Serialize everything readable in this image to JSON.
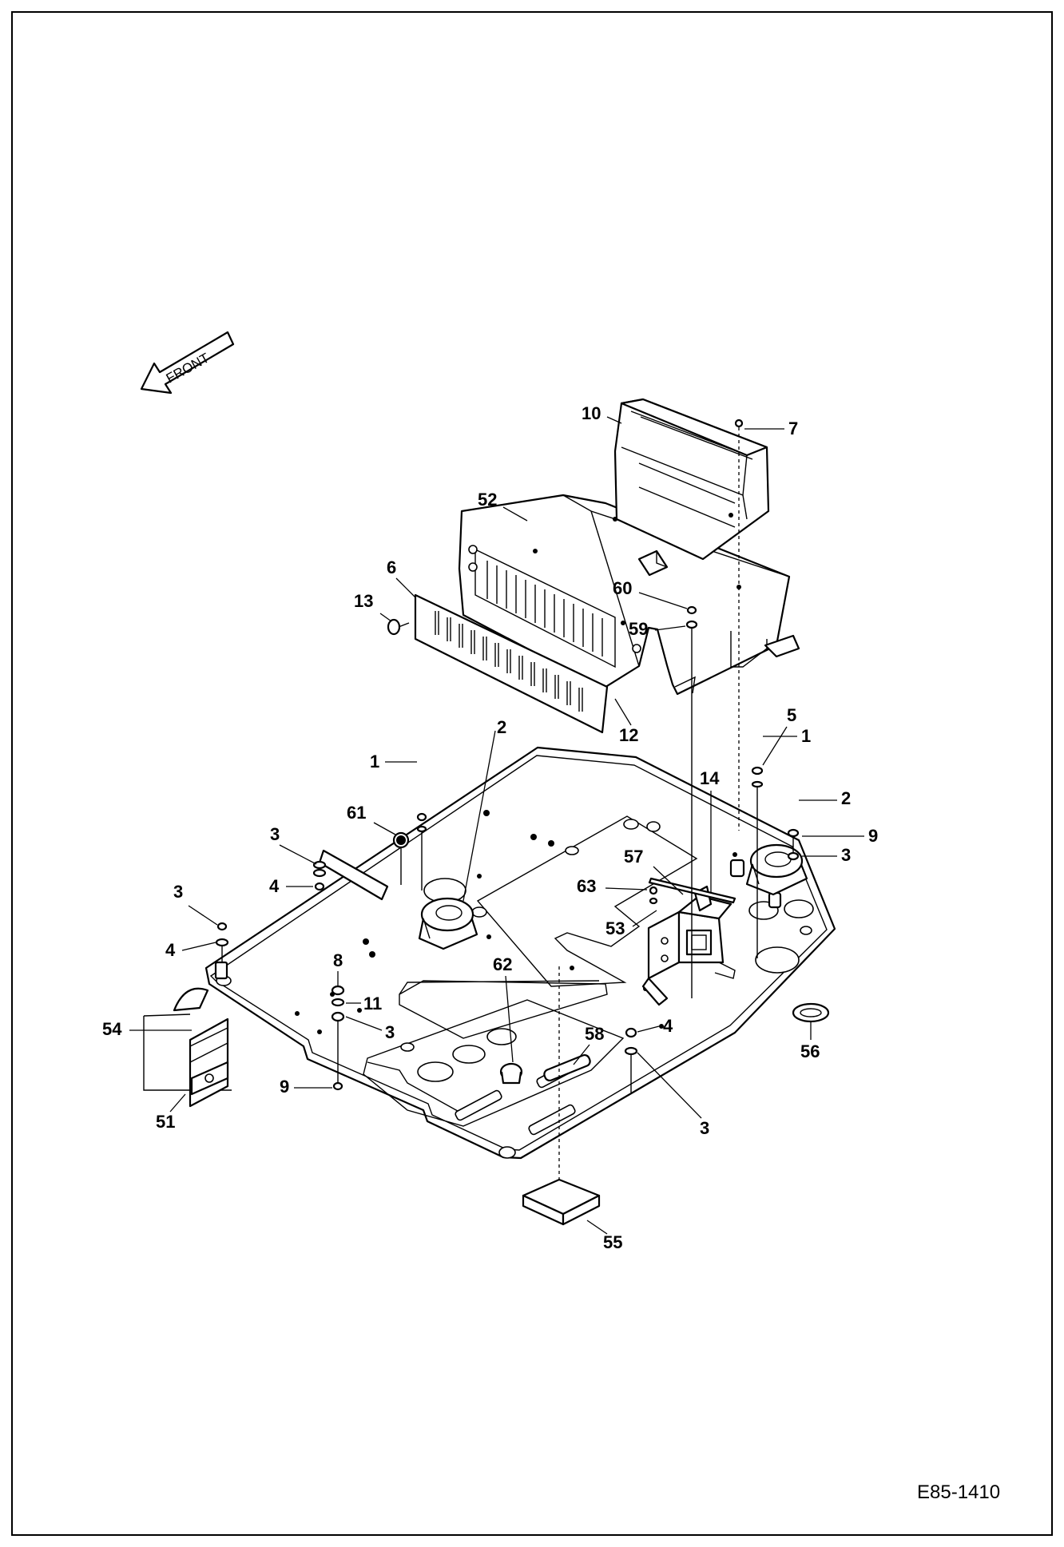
{
  "front_label": "FRONT",
  "drawing_ref": "E85-1410",
  "callouts": [
    {
      "label": "10"
    },
    {
      "label": "7"
    },
    {
      "label": "52"
    },
    {
      "label": "6"
    },
    {
      "label": "13"
    },
    {
      "label": "60"
    },
    {
      "label": "59"
    },
    {
      "label": "12"
    },
    {
      "label": "5"
    },
    {
      "label": "1"
    },
    {
      "label": "2"
    },
    {
      "label": "1"
    },
    {
      "label": "2"
    },
    {
      "label": "14"
    },
    {
      "label": "61"
    },
    {
      "label": "9"
    },
    {
      "label": "3"
    },
    {
      "label": "3"
    },
    {
      "label": "57"
    },
    {
      "label": "4"
    },
    {
      "label": "63"
    },
    {
      "label": "53"
    },
    {
      "label": "3"
    },
    {
      "label": "4"
    },
    {
      "label": "8"
    },
    {
      "label": "62"
    },
    {
      "label": "11"
    },
    {
      "label": "54"
    },
    {
      "label": "3"
    },
    {
      "label": "4"
    },
    {
      "label": "58"
    },
    {
      "label": "56"
    },
    {
      "label": "9"
    },
    {
      "label": "51"
    },
    {
      "label": "3"
    },
    {
      "label": "55"
    }
  ]
}
